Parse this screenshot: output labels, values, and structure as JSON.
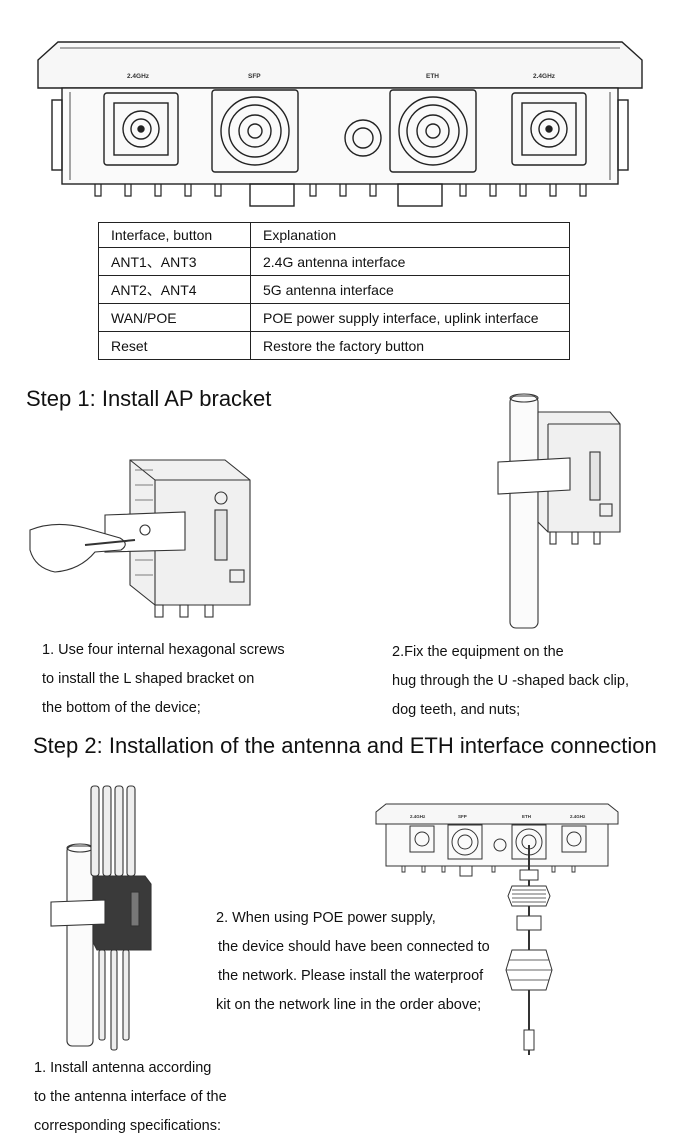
{
  "device_front": {
    "port_labels": [
      "2.4GHz",
      "SFP",
      "ETH",
      "2.4GHz"
    ]
  },
  "interface_table": {
    "headers": [
      "Interface, button",
      "Explanation"
    ],
    "rows": [
      [
        "ANT1、ANT3",
        "2.4G antenna interface"
      ],
      [
        "ANT2、ANT4",
        "5G antenna interface"
      ],
      [
        "WAN/POE",
        "POE power supply interface, uplink interface"
      ],
      [
        "Reset",
        "Restore the factory button"
      ]
    ]
  },
  "step1": {
    "title": "Step 1: Install AP bracket",
    "caption1": [
      "1. Use four internal hexagonal screws",
      "to install the L shaped bracket on",
      "the bottom of the device;"
    ],
    "caption2": [
      "2.Fix the equipment on the",
      "hug through the U -shaped back clip,",
      "dog teeth, and nuts;"
    ]
  },
  "step2": {
    "title": "Step 2: Installation of the antenna and ETH interface connection",
    "caption1": [
      "1. Install antenna according",
      "to the antenna interface of the",
      "corresponding specifications:"
    ],
    "caption2": [
      "2. When using POE power supply,",
      "the device should have been connected to",
      "the network. Please install the waterproof",
      "kit on the network line in the order above;"
    ],
    "small_port_labels": [
      "2.4GHz",
      "SFP",
      "ETH",
      "2.4GHz"
    ]
  }
}
